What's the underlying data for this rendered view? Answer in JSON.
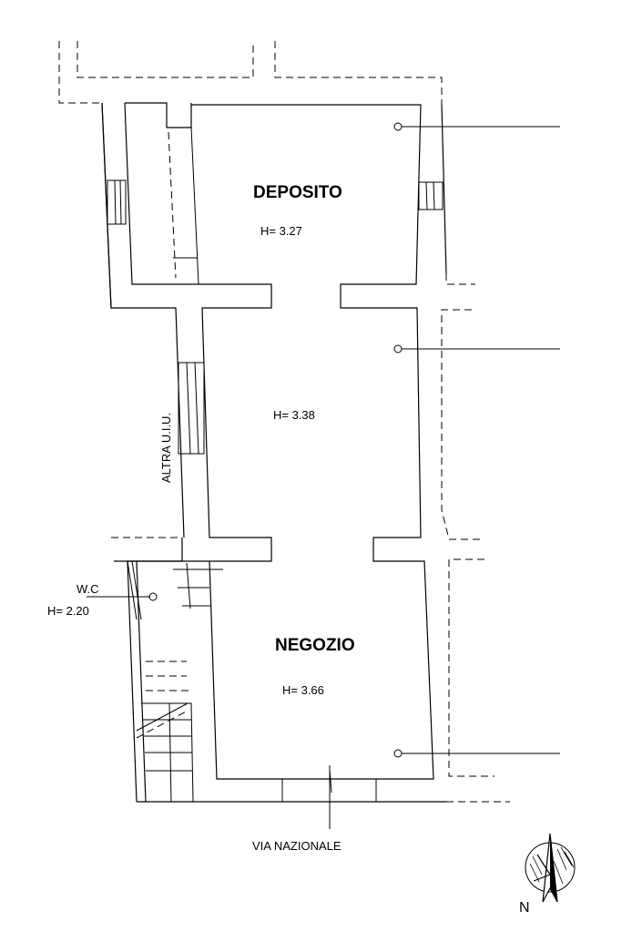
{
  "rooms": {
    "deposito": {
      "name": "DEPOSITO",
      "height": "H= 3.27"
    },
    "middle": {
      "height": "H= 3.38"
    },
    "negozio": {
      "name": "NEGOZIO",
      "height": "H= 3.66"
    },
    "wc": {
      "name": "W.C",
      "height": "H= 2.20"
    }
  },
  "labels": {
    "neighbor_unit": "ALTRA U.I.U.",
    "street": "VIA NAZIONALE",
    "north": "N"
  },
  "icons": {
    "compass": "north-arrow-icon",
    "lights": "ceiling-light-icon"
  }
}
